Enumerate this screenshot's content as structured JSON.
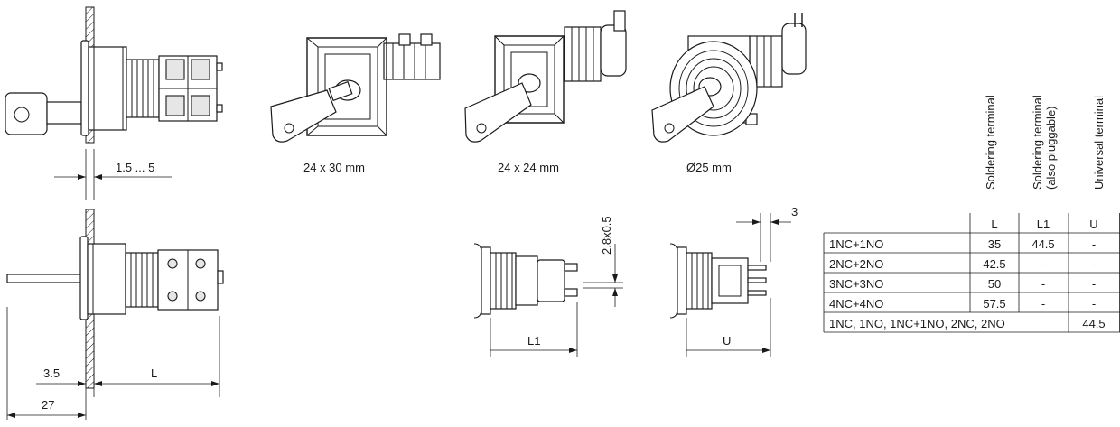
{
  "dimensions": {
    "panel_thickness": "1.5 ... 5",
    "bezel_depth": "3.5",
    "key_length": "27",
    "body_length": "L",
    "terminal_length_l1": "L1",
    "terminal_length_u": "U",
    "terminal_pitch": "2.8x0.5",
    "universal_offset": "3"
  },
  "variants": [
    {
      "size": "24 x 30 mm"
    },
    {
      "size": "24 x 24 mm"
    },
    {
      "size": "Ø25 mm"
    }
  ],
  "table": {
    "column_headers": [
      {
        "line1": "Soldering terminal",
        "line2": ""
      },
      {
        "line1": "Soldering terminal",
        "line2": "(also pluggable)"
      },
      {
        "line1": "Universal terminal",
        "line2": ""
      }
    ],
    "column_symbols": [
      "L",
      "L1",
      "U"
    ],
    "rows": [
      {
        "contact": "1NC+1NO",
        "L": "35",
        "L1": "44.5",
        "U": "-"
      },
      {
        "contact": "2NC+2NO",
        "L": "42.5",
        "L1": "-",
        "U": "-"
      },
      {
        "contact": "3NC+3NO",
        "L": "50",
        "L1": "-",
        "U": "-"
      },
      {
        "contact": "4NC+4NO",
        "L": "57.5",
        "L1": "-",
        "U": "-"
      }
    ],
    "footer_row": {
      "contact": "1NC, 1NO, 1NC+1NO, 2NC, 2NO",
      "U": "44.5"
    }
  }
}
